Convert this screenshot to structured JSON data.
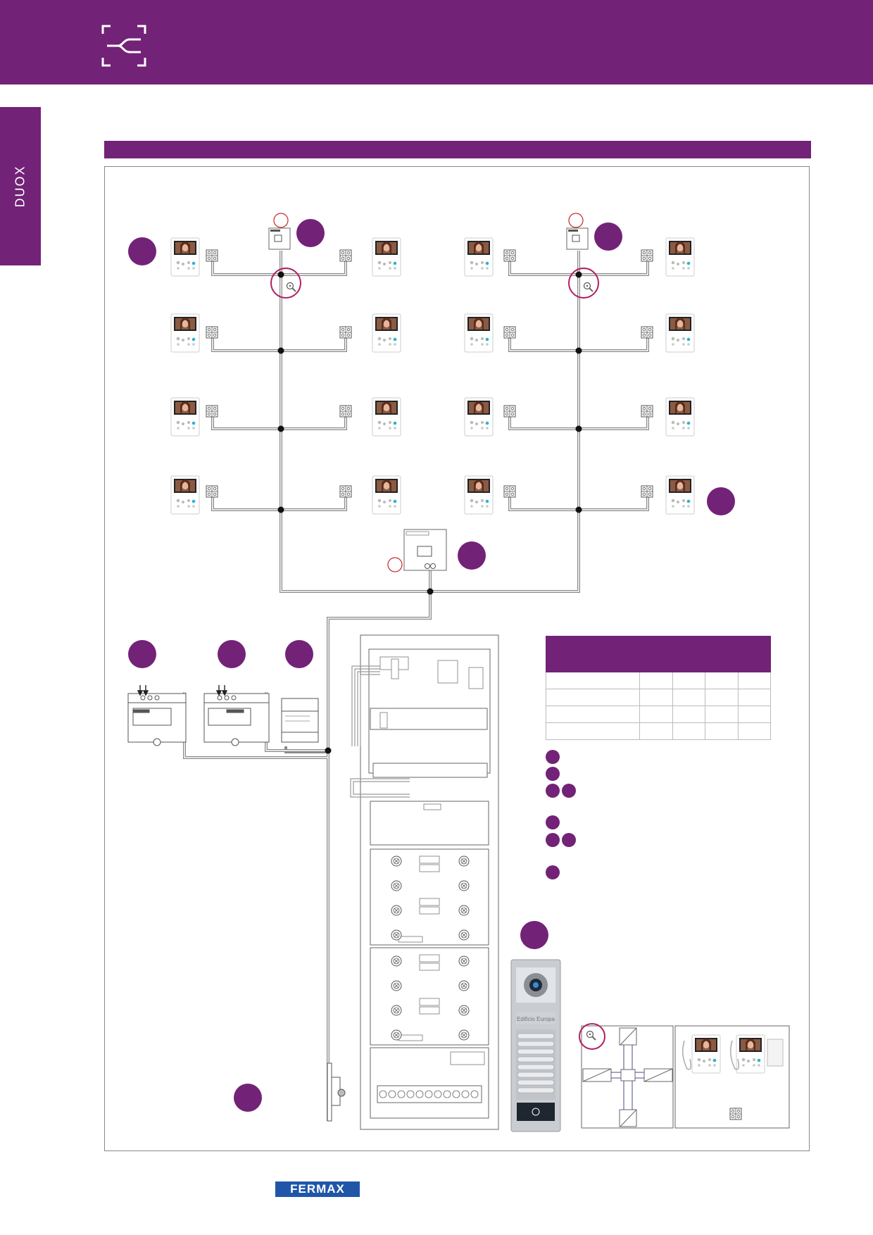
{
  "side_tab": {
    "label": "DUOX"
  },
  "footer": {
    "logo_text": "FERMAX"
  },
  "colors": {
    "brand": "#722277",
    "logo_blue": "#1f56a8",
    "wire": "#8a8a8a"
  },
  "icons": {
    "header": "wiring-connector-icon",
    "detail": "magnifier-icon"
  },
  "legend_table": {
    "rows": 4,
    "cols": 5
  },
  "panel_label": "Edificio Europa",
  "device_brand": "FERMAX"
}
